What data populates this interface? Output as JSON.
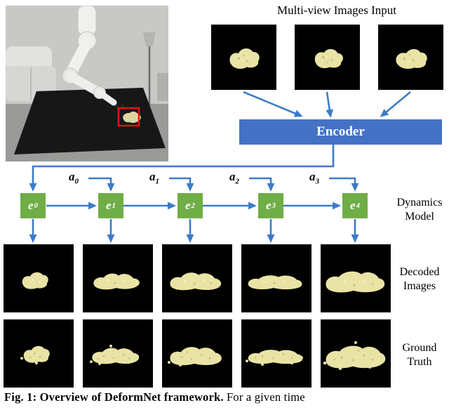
{
  "figure": {
    "title": "Multi-view Images Input",
    "encoder": "Encoder",
    "dynamics_model": [
      "Dynamics",
      "Model"
    ],
    "decoded_images": [
      "Decoded",
      "Images"
    ],
    "ground_truth": [
      "Ground",
      "Truth"
    ],
    "states": [
      {
        "base": "e",
        "sub": "0"
      },
      {
        "base": "e",
        "sub": "1"
      },
      {
        "base": "e",
        "sub": "2"
      },
      {
        "base": "e",
        "sub": "3"
      },
      {
        "base": "e",
        "sub": "4"
      }
    ],
    "actions": [
      {
        "base": "a",
        "sub": "0"
      },
      {
        "base": "a",
        "sub": "1"
      },
      {
        "base": "a",
        "sub": "2"
      },
      {
        "base": "a",
        "sub": "3"
      }
    ],
    "colors": {
      "arrow": "#3D7BC8",
      "encoder_fill": "#4472C4",
      "state_fill": "#6FAD47",
      "blob": "#E9E3A5",
      "highlight_box": "#E31212"
    }
  },
  "caption": {
    "bold": "Fig. 1: Overview of DeformNet framework.",
    "regular": " For a given time"
  }
}
